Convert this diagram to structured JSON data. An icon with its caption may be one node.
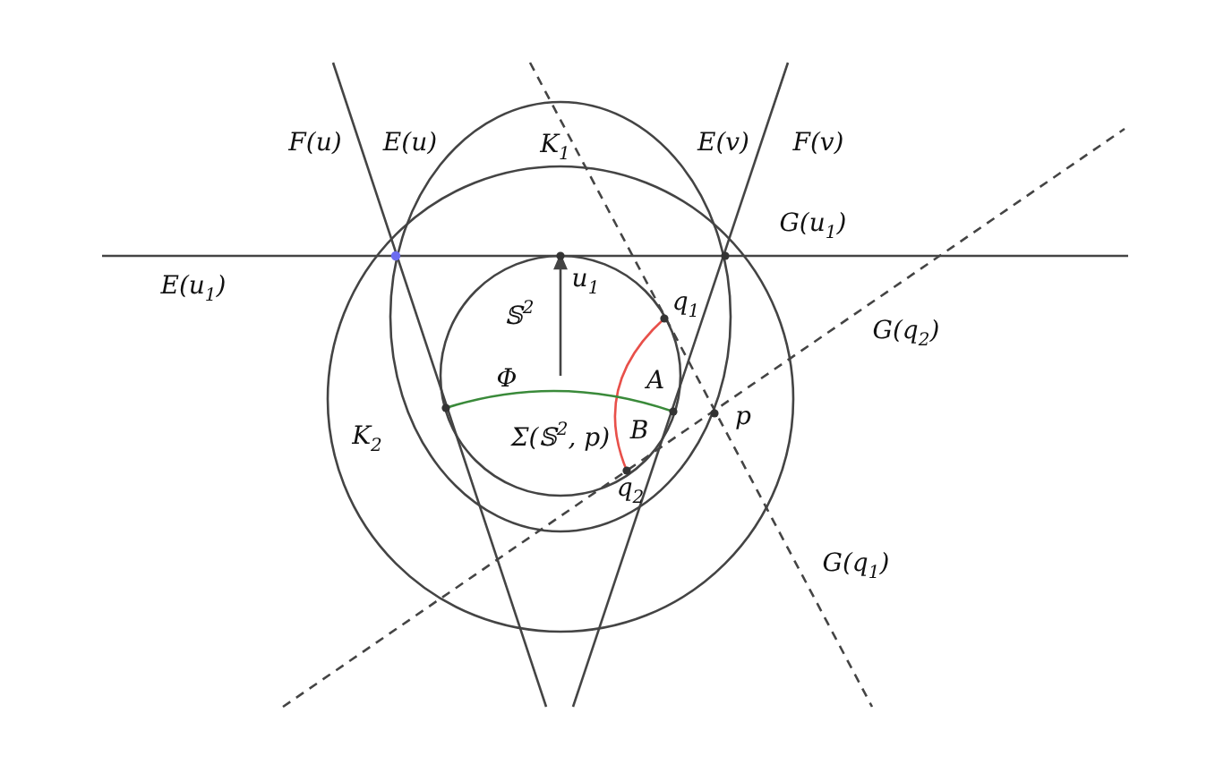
{
  "diagram": {
    "labels": [
      "F(u)",
      "E(u)",
      "K$_{1}$",
      "E(v)",
      "F(v)",
      "G(u$_{1}$)",
      "E(u$_{1}$)",
      "u$_{1}$",
      "𝕊$^{2}$",
      "q$_{1}$",
      "G(q$_{2}$)",
      "Φ",
      "A",
      "p",
      "K$_{2}$",
      "Σ(𝕊$^{2}$, p)",
      "B",
      "q$_{2}$",
      "G(q$_{1}$)"
    ]
  }
}
